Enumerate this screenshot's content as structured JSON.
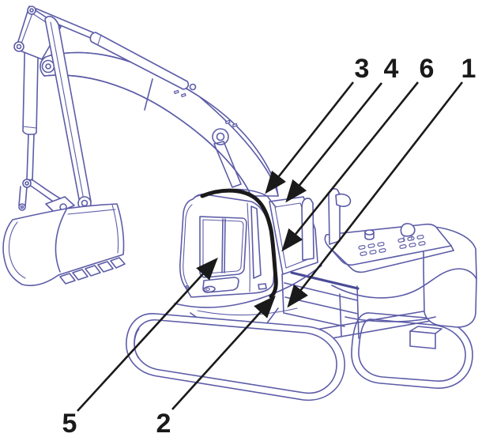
{
  "figure": {
    "colors": {
      "line_art": "#5c5ca8",
      "callout_ink": "#1a1a1a",
      "background": "#ffffff"
    },
    "callouts": {
      "top": [
        {
          "label": "3"
        },
        {
          "label": "4"
        },
        {
          "label": "6"
        },
        {
          "label": "1"
        }
      ],
      "bottom": [
        {
          "label": "5"
        },
        {
          "label": "2"
        }
      ]
    }
  }
}
